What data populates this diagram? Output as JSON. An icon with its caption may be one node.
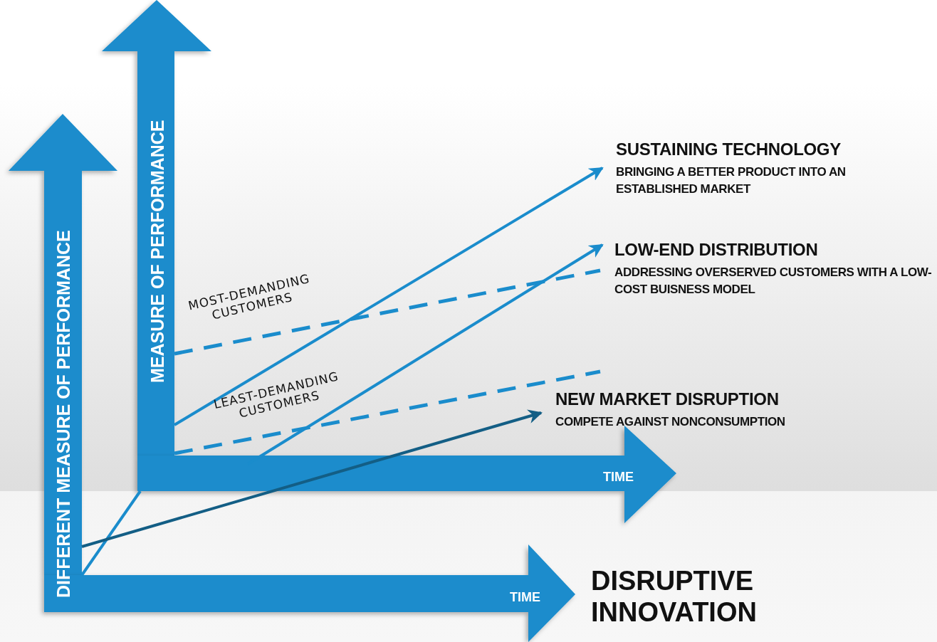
{
  "diagram": {
    "title": "DISRUPTIVE INNOVATION",
    "nodes": [
      {
        "text": [
          "SUSTAINING TECHNOLOGY",
          "BRINGING A BETTER PRODUCT INTO AN ESTABLISHED MARKET"
        ]
      },
      {
        "text": [
          "LOW-END DISTRIBUTION",
          "ADDRESSING OVERSERVED CUSTOMERS WITH A LOW- COST BUISNESS MODEL"
        ]
      },
      {
        "text": [
          "NEW MARKET DISRUPTION",
          "COMPETE AGAINST NONCONSUMPTION"
        ]
      }
    ],
    "edges": [
      {
        "from": null,
        "to": 0,
        "arrow": "to"
      },
      {
        "from": null,
        "to": 1,
        "arrow": "to"
      },
      {
        "from": null,
        "to": 2,
        "arrow": "to",
        "color": "#135e85"
      }
    ],
    "labels": [
      "MEASURE OF PERFORMANCE",
      "DIFFERENT MEASURE OF PERFORMANCE",
      "MOST-DEMANDING CUSTOMERS",
      "LEAST-DEMANDING CUSTOMERS",
      "TIME",
      "TIME"
    ]
  }
}
